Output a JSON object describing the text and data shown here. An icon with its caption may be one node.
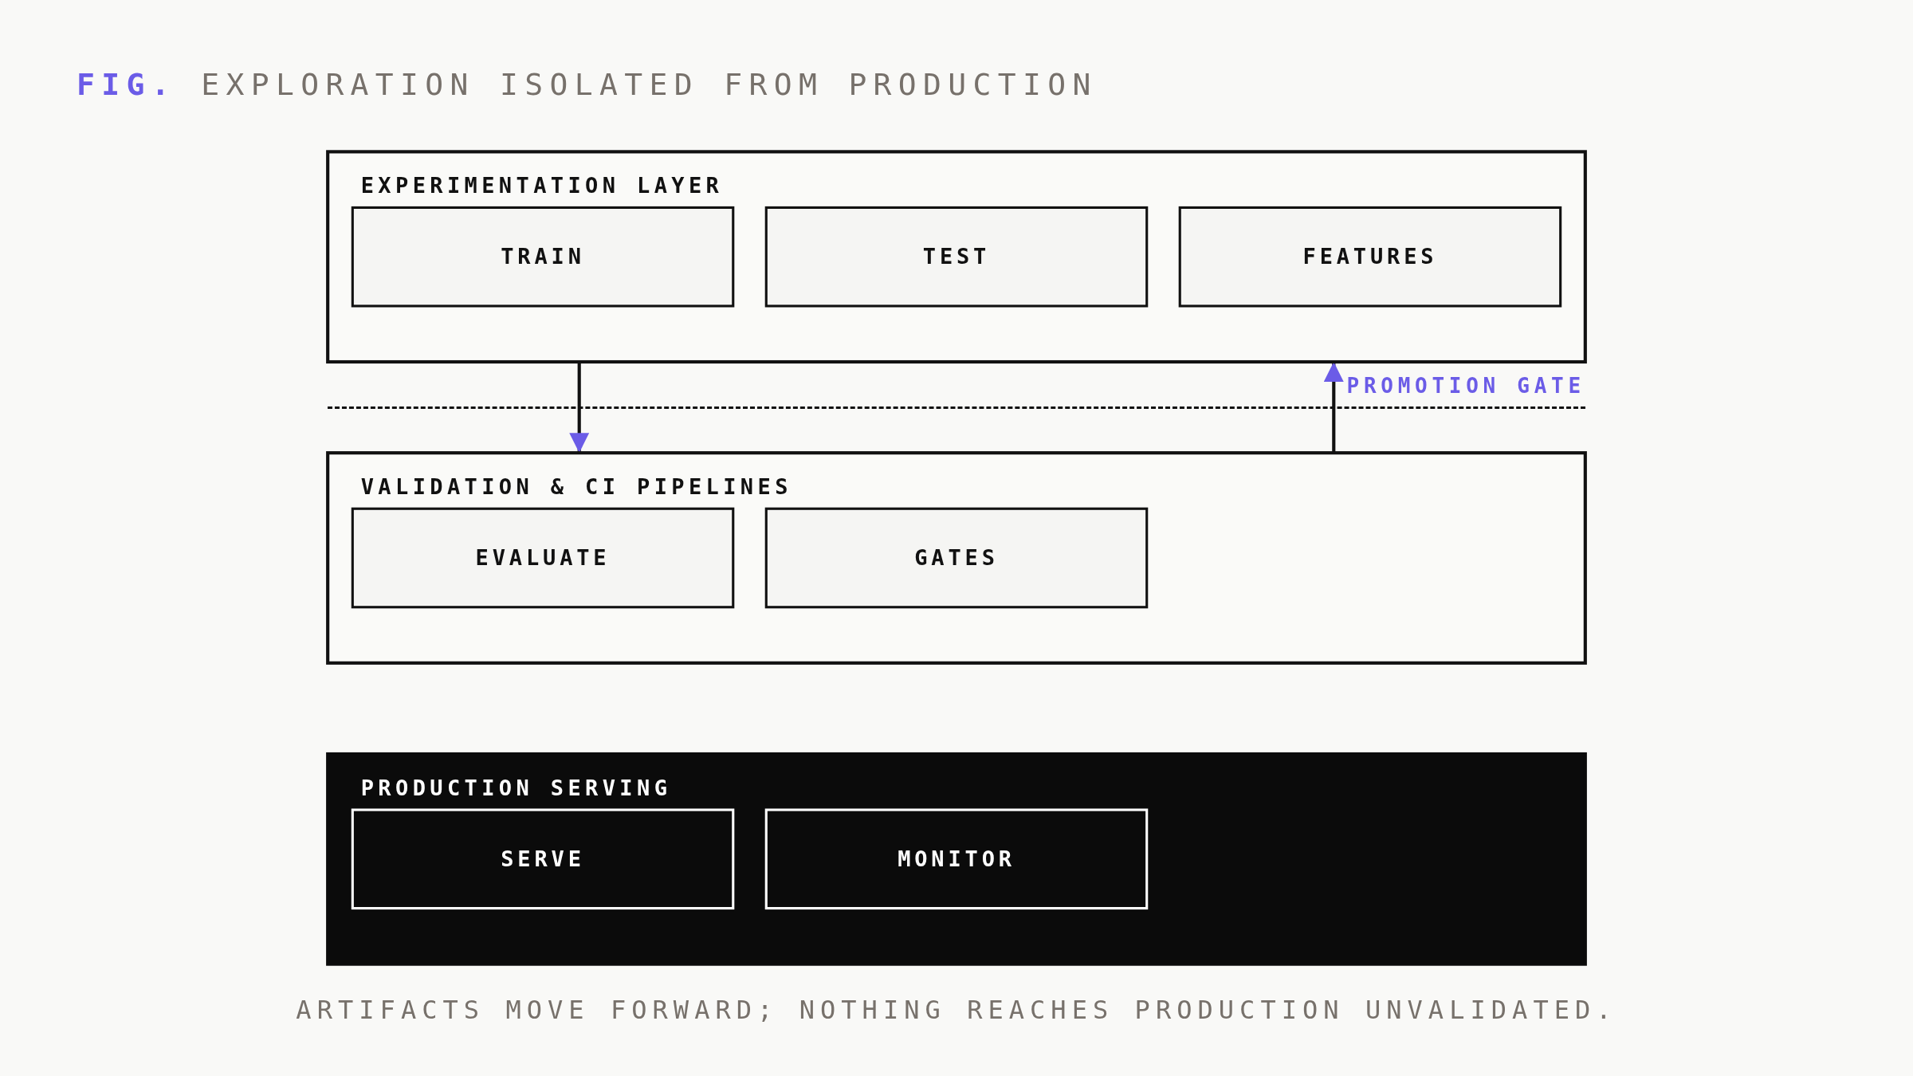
{
  "diagram": {
    "title": "**FIG.** EXPLORATION ISOLATED FROM PRODUCTION",
    "caption": "ARTIFACTS MOVE FORWARD; NOTHING REACHES PRODUCTION UNVALIDATED.",
    "nodes": [
      {
        "text": [
          "EXPERIMENTATION LAYER"
        ]
      },
      {
        "text": [
          "TRAIN"
        ],
        "in": 0
      },
      {
        "text": [
          "TEST"
        ],
        "in": 0
      },
      {
        "text": [
          "FEATURES"
        ],
        "in": 0
      },
      {
        "text": [
          "VALIDATION & CI PIPELINES"
        ]
      },
      {
        "text": [
          "EVALUATE"
        ],
        "in": 4
      },
      {
        "text": [
          "GATES"
        ],
        "in": 4
      },
      {
        "text": [
          "PRODUCTION SERVING"
        ]
      },
      {
        "text": [
          "SERVE"
        ],
        "in": 7
      },
      {
        "text": [
          "MONITOR"
        ],
        "in": 7
      }
    ],
    "edges": [
      {
        "from": 0,
        "to": 4,
        "arrow": "to"
      },
      {
        "from": 4,
        "to": 0,
        "arrow": "to"
      }
    ],
    "labels": [
      "PROMOTION GATE"
    ]
  }
}
